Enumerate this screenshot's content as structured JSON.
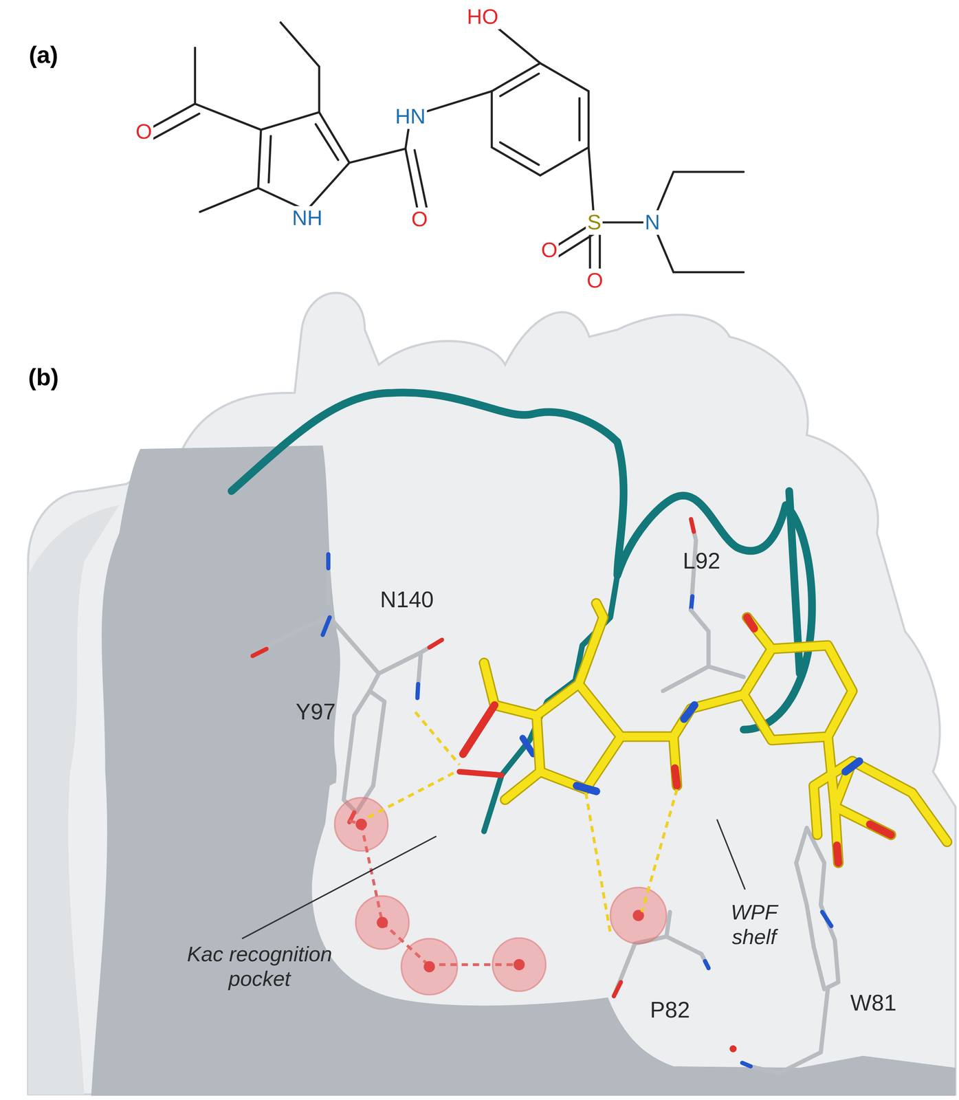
{
  "diagram": {
    "labels": [
      "(a)",
      "HO",
      "HN",
      "O",
      "NH",
      "O",
      "S",
      "N",
      "O",
      "O",
      "(b)",
      "N140",
      "Y97",
      "L92",
      "Kac recognition pocket",
      "P82",
      "WPF shelf",
      "W81"
    ]
  }
}
